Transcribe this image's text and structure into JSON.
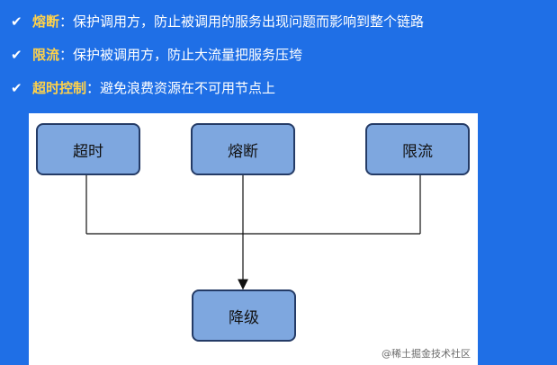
{
  "bullets": [
    {
      "icon": "check-icon",
      "term": "熔断",
      "separator": "：",
      "description": "保护调用方，防止被调用的服务出现问题而影响到整个链路"
    },
    {
      "icon": "check-icon",
      "term": "限流",
      "separator": "：",
      "description": "保护被调用方，防止大流量把服务压垮"
    },
    {
      "icon": "check-icon",
      "term": "超时控制",
      "separator": "：",
      "description": "避免浪费资源在不可用节点上"
    }
  ],
  "diagram": {
    "nodes": {
      "timeout": "超时",
      "circuit_breaker": "熔断",
      "rate_limit": "限流",
      "degrade": "降级"
    }
  },
  "watermark": "@稀土掘金技术社区",
  "colors": {
    "background": "#1f6fe6",
    "term": "#ffd24a",
    "box_fill": "#7ea7df",
    "box_border": "#243b66"
  }
}
